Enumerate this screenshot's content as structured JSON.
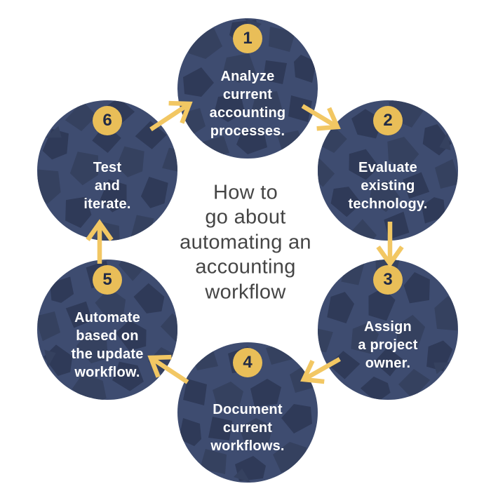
{
  "title": "How to\ngo about\nautomating an\naccounting\nworkflow",
  "diagram_type": "circular-cycle-flow",
  "flow_direction": "clockwise",
  "steps": [
    {
      "number": "1",
      "label": "Analyze\ncurrent\naccounting\nprocesses."
    },
    {
      "number": "2",
      "label": "Evaluate\nexisting\ntechnology."
    },
    {
      "number": "3",
      "label": "Assign\na project\nowner."
    },
    {
      "number": "4",
      "label": "Document\ncurrent\nworkflows."
    },
    {
      "number": "5",
      "label": "Automate\nbased on\nthe update\nworkflow."
    },
    {
      "number": "6",
      "label": "Test\nand\niterate."
    }
  ],
  "colors": {
    "background": "#FFFFFF",
    "circle_fill": "#3E4C70",
    "circle_patch_dark": "#35415F",
    "circle_patch_darker": "#2F3A58",
    "badge_fill": "#E9BE58",
    "badge_number": "#222B45",
    "arrow": "#F2C763",
    "step_text": "#FFFFFF",
    "title_text": "#454545"
  }
}
